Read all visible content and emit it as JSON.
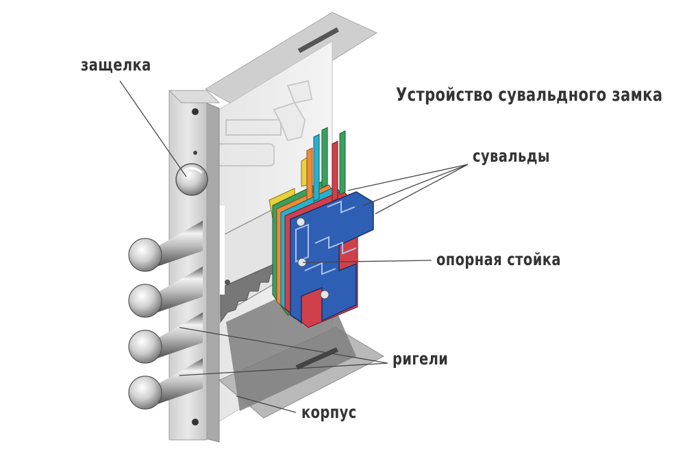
{
  "title": "Устройство сувальдного замка",
  "labels": {
    "latch": "защелка",
    "wards": "сувальды",
    "support_post": "опорная стойка",
    "bolts": "ригели",
    "body": "корпус"
  },
  "colors": {
    "label_text": "#333333",
    "leader_line": "#444444",
    "ward_blue": "#2f5fb4",
    "ward_red": "#d0404a",
    "ward_green": "#3aa060",
    "ward_orange": "#ee8a3a",
    "ward_teal": "#2ab0c8",
    "ward_yellow": "#e8d040",
    "metal_light": "#e6e6e6",
    "metal_dark": "#8a8a8a"
  }
}
